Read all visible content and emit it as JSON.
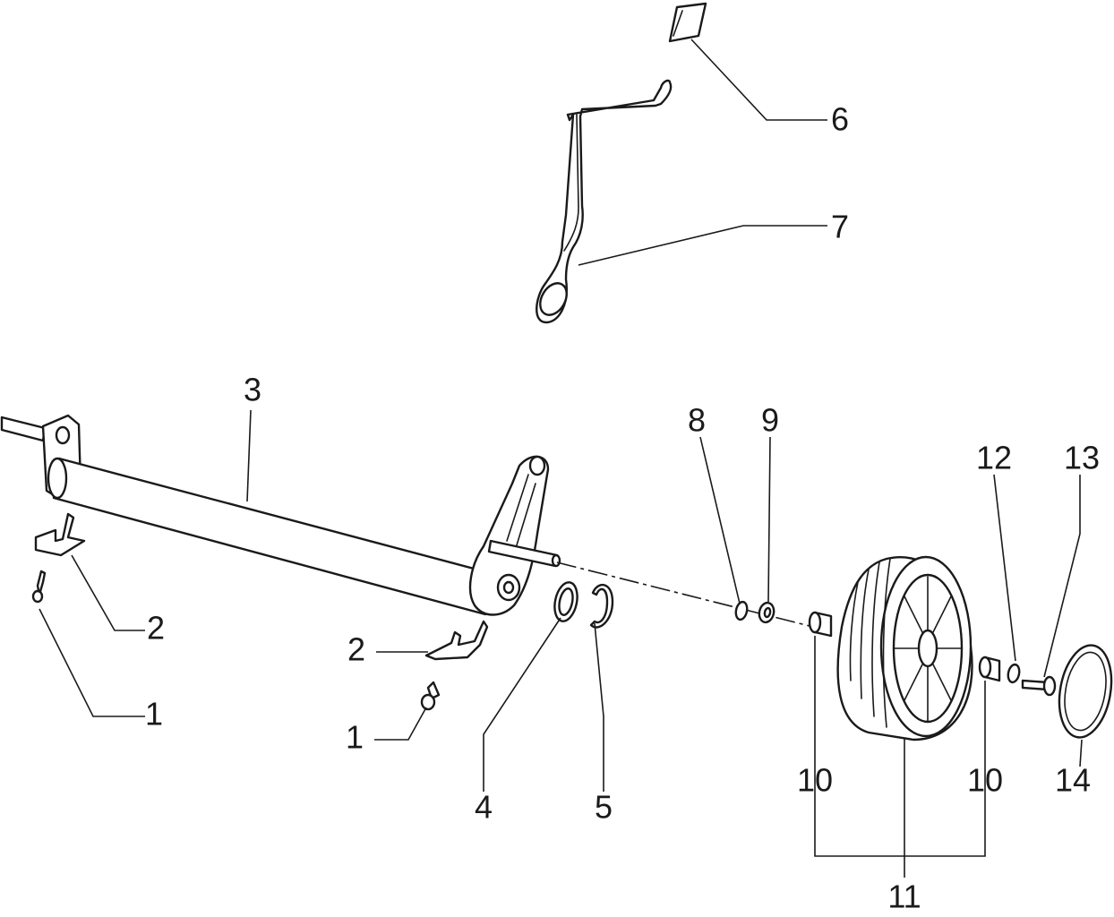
{
  "callouts": {
    "p1a": "1",
    "p1b": "1",
    "p2a": "2",
    "p2b": "2",
    "p3": "3",
    "p4": "4",
    "p5": "5",
    "p6": "6",
    "p7": "7",
    "p8": "8",
    "p9": "9",
    "p10a": "10",
    "p10b": "10",
    "p11": "11",
    "p12": "12",
    "p13": "13",
    "p14": "14"
  }
}
